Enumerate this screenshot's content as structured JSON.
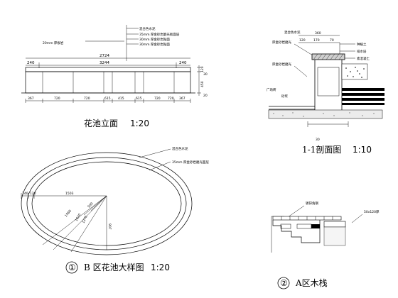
{
  "elevation": {
    "title": "花池立面",
    "scale": "1:20",
    "dims_top": [
      "2724",
      "240",
      "3244",
      "240"
    ],
    "dims_bottom": [
      "367",
      "720",
      "720",
      "615",
      "415",
      "615",
      "720",
      "720",
      "367"
    ],
    "dims_right": [
      "120",
      "30",
      "450",
      "20"
    ],
    "notes": [
      "20mm 厚板岩",
      "混合色水泥",
      "35mm 厚金砂岩磨光板面层",
      "30mm 厚金砂岩贴面",
      "30mm 厚金砂岩贴面"
    ]
  },
  "section": {
    "title": "1-1剖面图",
    "scale": "1:10",
    "dims": [
      "360",
      "120",
      "170",
      "70",
      "30"
    ],
    "labels_left": [
      "混合色水泥",
      "厚金砂岩磨光",
      "厚金砂岩磨光",
      "广场砖",
      "砂浆"
    ],
    "labels_right": [
      "种植土",
      "排水层",
      "素混凝土"
    ]
  },
  "plan": {
    "number": "①",
    "title": "B 区花池大样图",
    "scale": "1:20",
    "notes": [
      "混合色水泥",
      "35mm 厚金砂岩磨光面层"
    ],
    "dims": [
      "240",
      "120",
      "1503",
      "1560",
      "1620",
      "1270",
      "500",
      "907"
    ]
  },
  "boardwalk": {
    "number": "②",
    "title": "A区木栈",
    "labels": [
      "镀锌角钢",
      "50x120厚"
    ]
  }
}
